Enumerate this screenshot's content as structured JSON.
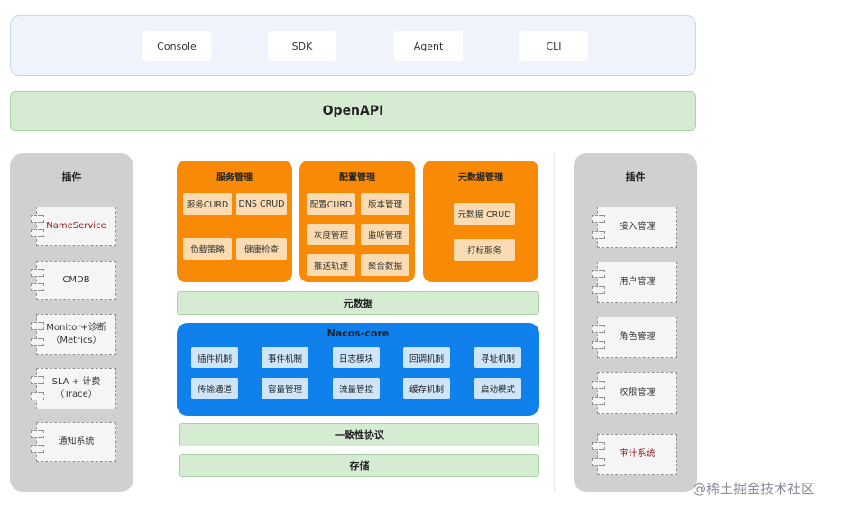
{
  "clients": [
    "Console",
    "SDK",
    "Agent",
    "CLI"
  ],
  "openapi": "OpenAPI",
  "left_plugins": {
    "title": "插件",
    "items": [
      "NameService",
      "CMDB",
      "Monitor+诊断\n（Metrics）",
      "SLA + 计费\n（Trace）",
      "通知系统"
    ]
  },
  "right_plugins": {
    "title": "插件",
    "items": [
      "接入管理",
      "用户管理",
      "角色管理",
      "权限管理",
      "审计系统"
    ]
  },
  "service_mgmt": {
    "title": "服务管理",
    "items": [
      "服务CURD",
      "DNS CRUD",
      "负载策略",
      "健康检查"
    ]
  },
  "config_mgmt": {
    "title": "配置管理",
    "items": [
      "配置CURD",
      "版本管理",
      "灰度管理",
      "监听管理",
      "推送轨迹",
      "聚合数据"
    ]
  },
  "metadata_mgmt": {
    "title": "元数据管理",
    "items": [
      "元数据 CRUD",
      "打标服务"
    ]
  },
  "metadata": "元数据",
  "nacos_core": {
    "title": "Nacos-core",
    "items": [
      "插件机制",
      "事件机制",
      "日志模块",
      "回调机制",
      "寻址机制",
      "传输通道",
      "容量管理",
      "流量管控",
      "缓存机制",
      "启动模式"
    ]
  },
  "consistency": "一致性协议",
  "storage": "存储",
  "watermark": "@稀土掘金技术社区"
}
